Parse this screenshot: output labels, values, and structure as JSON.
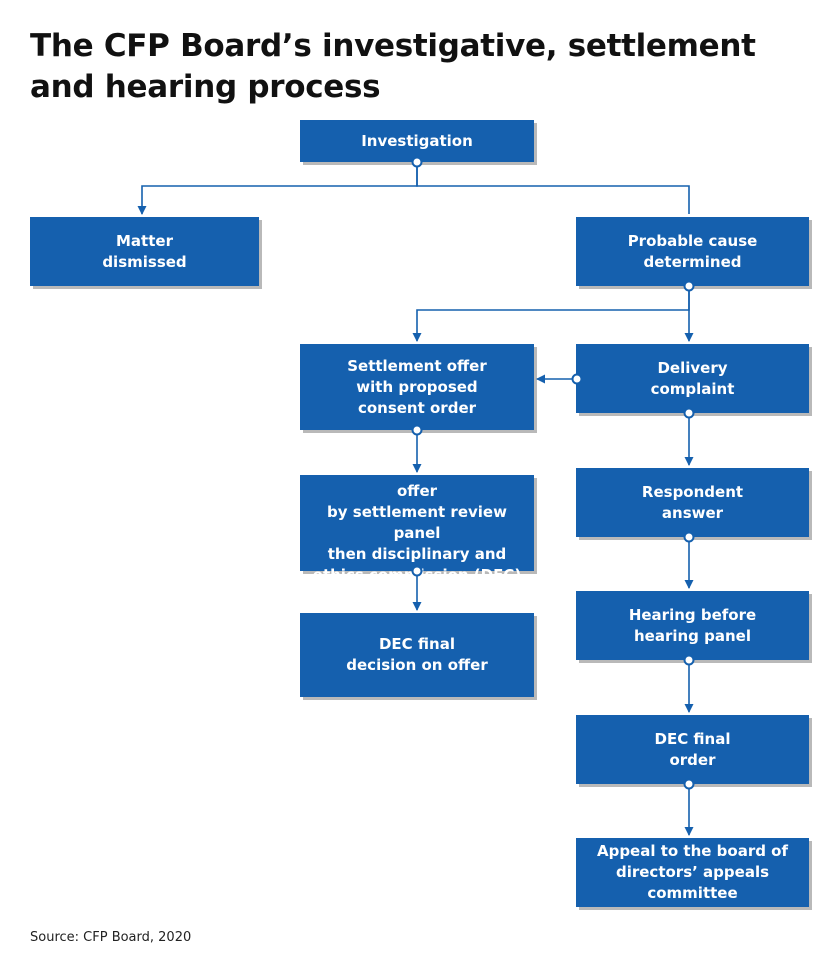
{
  "title": "The CFP Board’s investigative, settlement and hearing process",
  "nodes": {
    "investigation": "Investigation",
    "matter_dismissed": "Matter\ndismissed",
    "probable_cause": "Probable cause\ndetermined",
    "settlement_offer": "Settlement offer\nwith proposed\nconsent order",
    "delivery_complaint": "Delivery\ncomplaint",
    "review_settlement": "Review of settlement offer\nby settlement review panel\nthen disciplinary and\nethics commission (DEC)",
    "respondent_answer": "Respondent\nanswer",
    "dec_final_decision": "DEC final\ndecision on offer",
    "hearing": "Hearing before\nhearing panel",
    "dec_final_order": "DEC final\norder",
    "appeal": "Appeal to the board of\ndirectors’ appeals committee"
  },
  "source": "Source: CFP Board, 2020",
  "colors": {
    "box": "#1560ae",
    "connector": "#1560ae",
    "shadow": "#b9b9b9"
  }
}
